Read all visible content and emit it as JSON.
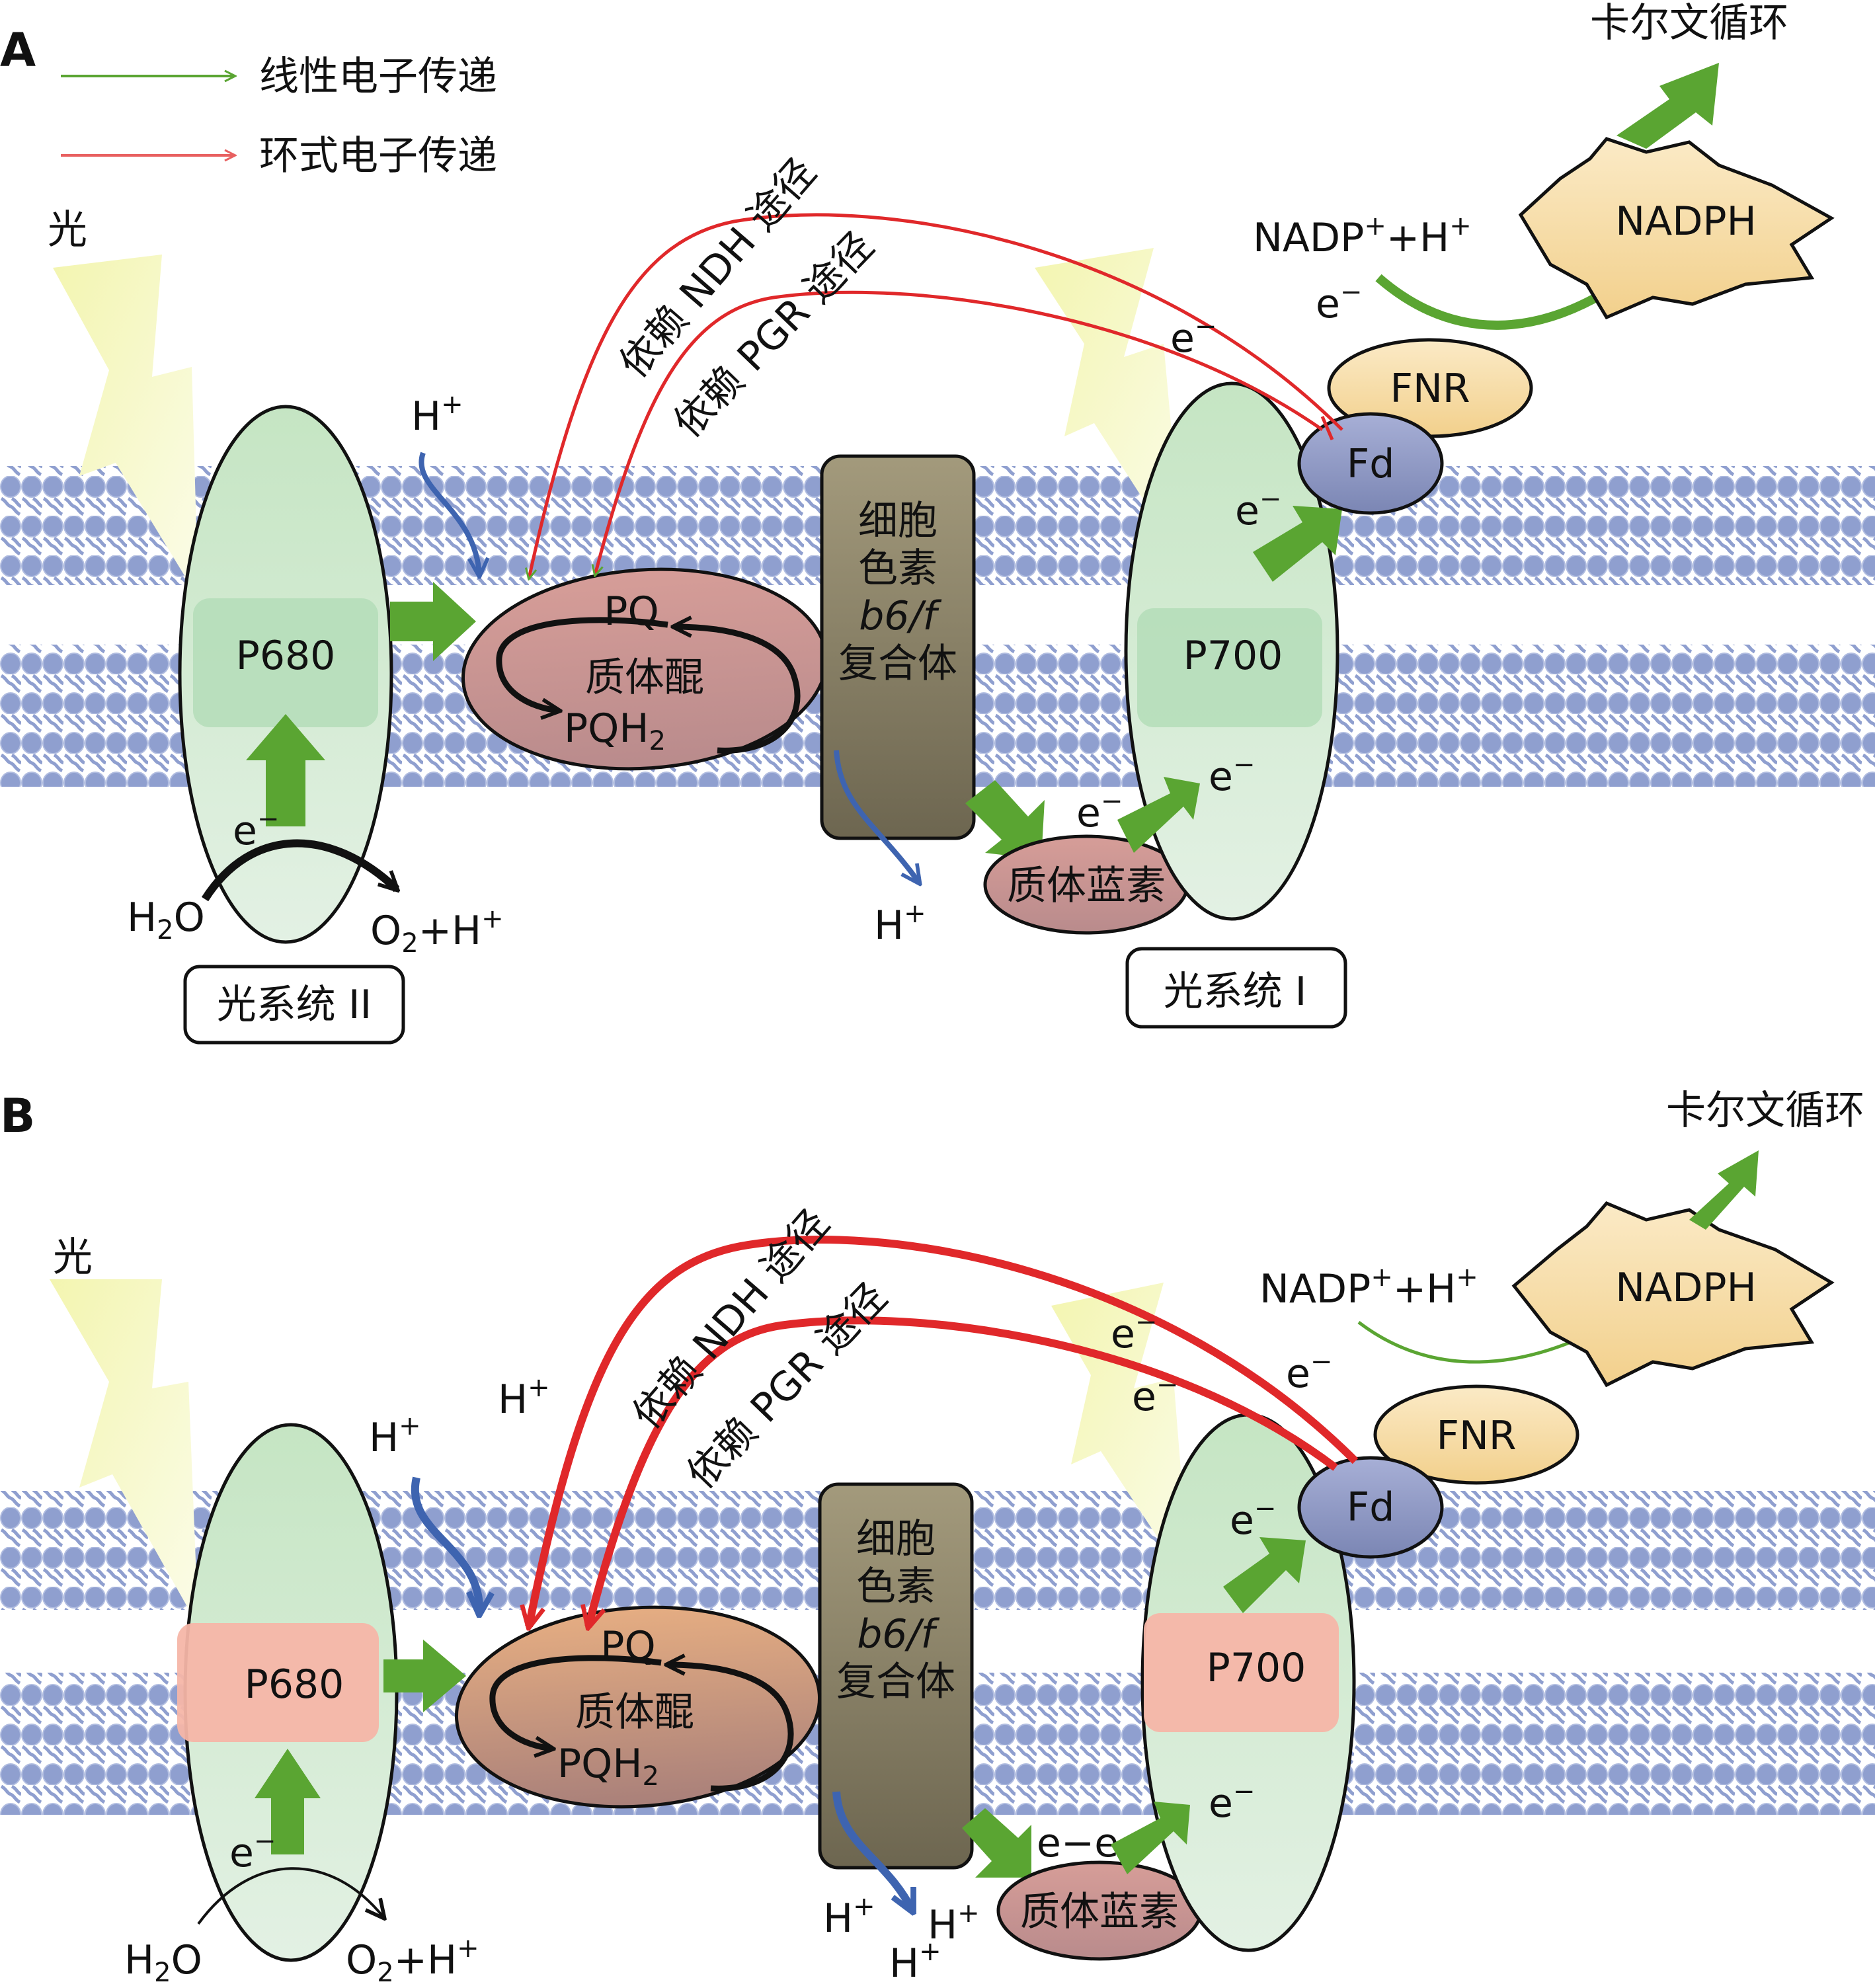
{
  "legend": {
    "linear": "线性电子传递",
    "cyclic": "环式电子传递"
  },
  "panels": [
    {
      "letter": "A",
      "light": "光",
      "calvin": "卡尔文循环",
      "nadph": "NADPH",
      "nadp_base": "NADP",
      "nadp_tail": "+H",
      "plus": "+",
      "fnr": "FNR",
      "fd": "Fd",
      "p680": "P680",
      "p700": "P700",
      "pq": "PQ",
      "pq_name": "质体醌",
      "pqh_base": "PQH",
      "pqh_sub": "2",
      "cyt_lines": [
        "细胞",
        "色素",
        "b6/f",
        "复合体"
      ],
      "plastocyanin": "质体蓝素",
      "ndh": "依赖 NDH 途径",
      "pgr": "依赖 PGR 途径",
      "h": "H",
      "e": "e",
      "minus": "−",
      "water_h": "H",
      "water_2": "2",
      "water_o": "O",
      "oxy_o": "O",
      "oxy_2": "2",
      "oxy_h": "+H",
      "ps2": "光系统 II",
      "ps1": "光系统 I"
    },
    {
      "letter": "B",
      "light": "光",
      "calvin": "卡尔文循环",
      "nadph": "NADPH",
      "nadp_base": "NADP",
      "nadp_tail": "+H",
      "plus": "+",
      "fnr": "FNR",
      "fd": "Fd",
      "p680": "P680",
      "p700": "P700",
      "pq": "PQ",
      "pq_name": "质体醌",
      "pqh_base": "PQH",
      "pqh_sub": "2",
      "cyt_lines": [
        "细胞",
        "色素",
        "b6/f",
        "复合体"
      ],
      "plastocyanin": "质体蓝素",
      "ndh": "依赖 NDH 途径",
      "pgr": "依赖 PGR 途径",
      "h": "H",
      "e": "e",
      "minus": "−",
      "ee": "e−e−",
      "water_h": "H",
      "water_2": "2",
      "water_o": "O",
      "oxy_o": "O",
      "oxy_2": "2",
      "oxy_h": "+H"
    }
  ],
  "colors": {
    "linear_arrow": "#5aa532",
    "cyclic_arrow": "#e0282a",
    "membrane": "#8f9fcf",
    "photosystem": "#d7ecd6",
    "pq_complex": "#c89590",
    "cyt_b6f": "#8a8064",
    "fd": "#8c96c0",
    "fnr": "#f7d7b8",
    "nadph": "#f8e6b8",
    "reaction_center_a": "#b4ddb9",
    "reaction_center_b": "#f6b6a8",
    "light": "#f3f5b5",
    "proton": "#3e64b0"
  },
  "icons": [
    "lightning-bolt-icon",
    "arrow-icon"
  ]
}
